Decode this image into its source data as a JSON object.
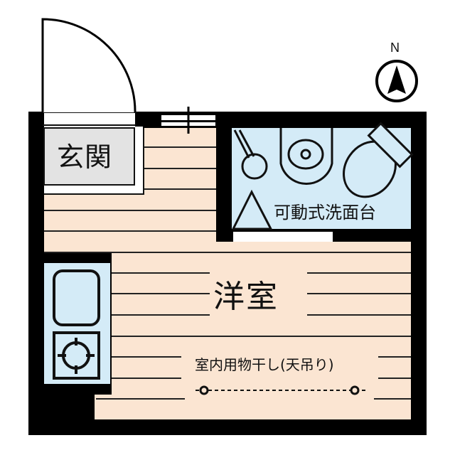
{
  "floorplan": {
    "rooms": {
      "entrance": {
        "label": "玄関"
      },
      "washroom": {
        "label": "可動式洗面台"
      },
      "western_room": {
        "label": "洋室"
      }
    },
    "features": {
      "indoor_dryer": {
        "label": "室内用物干し(天吊り)"
      }
    },
    "compass": {
      "label": "N"
    },
    "colors": {
      "wall": "#000000",
      "floor_wood": "#fbe5d2",
      "wet_area": "#d4ebf7",
      "entrance_floor": "#e3e3e3"
    }
  }
}
